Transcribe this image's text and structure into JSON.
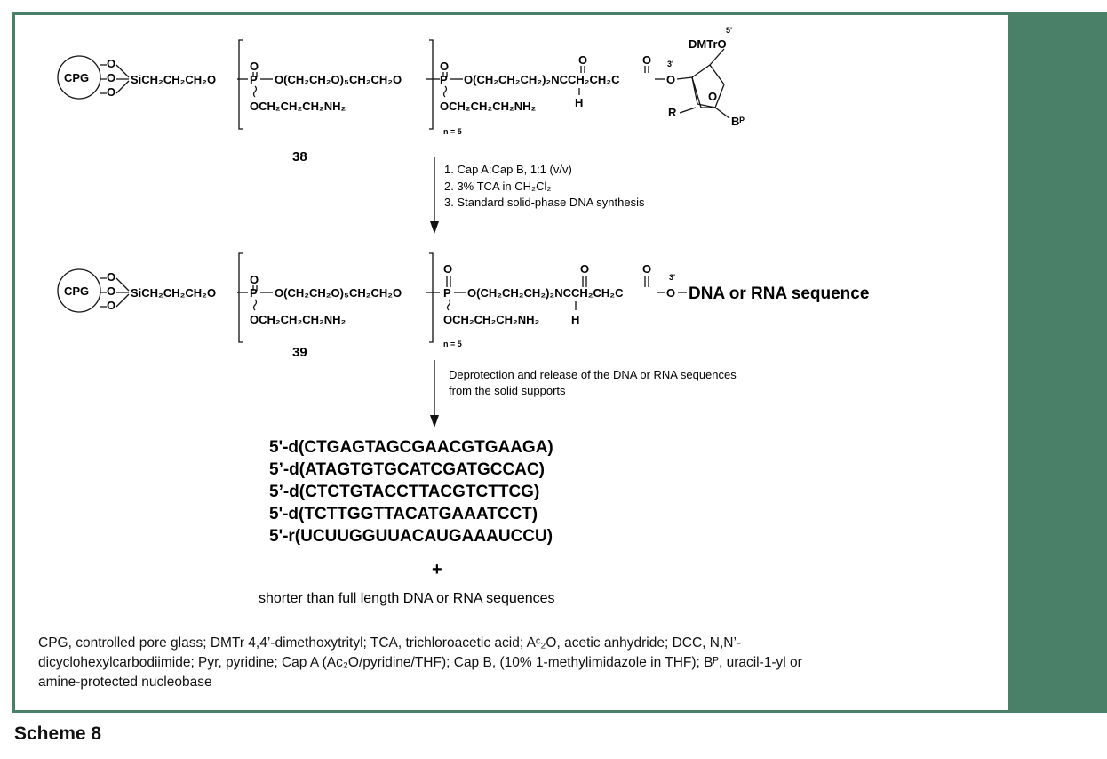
{
  "scheme_label": "Scheme 8",
  "support": {
    "cpg": "CPG",
    "o": "O"
  },
  "structure_38": {
    "label": "38",
    "linker": "SiCH₂CH₂CH₂O",
    "p_o": "O",
    "peg": "O(CH₂CH₂O)₅CH₂CH₂O",
    "side_chain": "OCH₂CH₂CH₂NH₂",
    "amide_chain": "O(CH₂CH₂CH₂)₂NCCH₂CH₂C",
    "h": "H",
    "repeat": "n = 5",
    "dmtr": "DMTrO",
    "pos5": "5'",
    "pos3": "3'",
    "r": "R",
    "bp": "Bᴾ",
    "ring_o": "O"
  },
  "step1": {
    "c1": "1. Cap A:Cap B, 1:1 (v/v)",
    "c2": "2. 3% TCA in CH₂Cl₂",
    "c3": "3. Standard solid-phase DNA synthesis"
  },
  "structure_39": {
    "label": "39",
    "tail": "DNA or RNA sequence"
  },
  "step2": {
    "c1": "Deprotection and release of the DNA or RNA sequences",
    "c2": "from the solid supports"
  },
  "sequences": [
    "5'-d(CTGAGTAGCGAACGTGAAGA)",
    "5’-d(ATAGTGTGCATCGATGCCAC)",
    "5’-d(CTCTGTACCTTACGTCTTCG)",
    "5'-d(TCTTGGTTACATGAAATCCT)",
    "5'-r(UCUUGGUUACAUGAAAUCCU)"
  ],
  "plus": "+",
  "shorter": "shorter than full length DNA or RNA sequences",
  "caption": {
    "l1": "CPG, controlled pore glass; DMTr 4,4’-dimethoxytrityl; TCA, trichloroacetic acid; Aᶜ₂O, acetic anhydride; DCC, N,N’-",
    "l2": "dicyclohexylcarbodiimide; Pyr, pyridine; Cap A (Ac₂O/pyridine/THF); Cap B, (10% 1-methylimidazole in THF); Bᴾ, uracil-1-yl or",
    "l3": "amine-protected nucleobase"
  },
  "colors": {
    "frame": "#4a7f68",
    "text": "#111111"
  }
}
